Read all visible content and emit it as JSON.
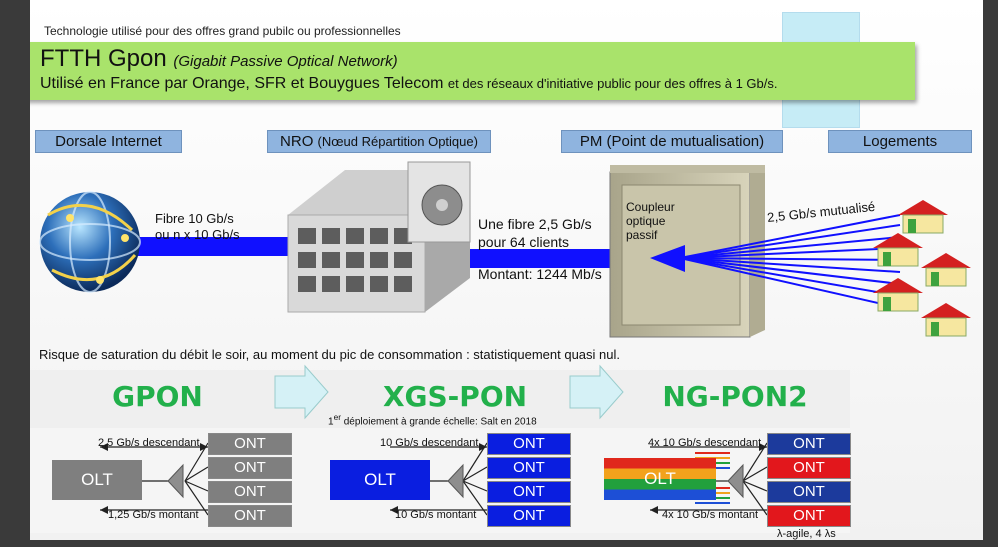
{
  "header": {
    "top_note": "Technologie utilisé pour des offres grand pubilc ou professionnelles",
    "title": "FTTH Gpon",
    "title_paren": "(Gigabit Passive Optical Network)",
    "subtitle_main": "Utilisé en France par Orange, SFR et Bouygues Telecom",
    "subtitle_rest": "et des réseaux d'initiative public pour des offres à 1 Gb/s."
  },
  "sections": {
    "dorsale": "Dorsale Internet",
    "nro": "NRO",
    "nro_detail": "(Nœud Répartition Optique)",
    "pm": "PM (Point de mutualisation)",
    "logements": "Logements"
  },
  "labels": {
    "fibre1": "Fibre 10 Gb/s",
    "fibre2": "ou n x 10 Gb/s",
    "une_fibre1": "Une fibre 2,5 Gb/s",
    "une_fibre2": "pour 64 clients",
    "montant": "Montant: 1244 Mb/s",
    "coupleur": "Coupleur optique passif",
    "mutualise": "2,5 Gb/s mutualisé",
    "risque": "Risque de saturation du débit le soir, au moment du pic de consommation : statistiquement quasi nul."
  },
  "generations": {
    "gpon": "GPON",
    "xgs": "XGS-PON",
    "ng": "NG-PON2",
    "xgs_note_sup": "er",
    "xgs_note_a": "1",
    "xgs_note_b": "déploiement à grande échelle: Salt en 2018"
  },
  "pon_diagrams": {
    "olt": "OLT",
    "ont": "ONT",
    "gpon_down": "2,5 Gb/s descendant",
    "gpon_up": "1,25 Gb/s montant",
    "xgs_down": "10 Gb/s descendant",
    "xgs_up": "10 Gb/s montant",
    "ng_down": "4x 10 Gb/s descendant",
    "ng_up": "4x 10 Gb/s montant",
    "ng_footer": "λ-agile, 4 λs"
  },
  "colors": {
    "banner_green": "#a9e36b",
    "fibre_blue": "#1010ff",
    "xgs_olt_blue": "#0a1ee0",
    "ont_gray": "#7f7f7f",
    "ont_red": "#e2171c",
    "ont_navy": "#1c3a9c",
    "title_green": "#22b04b"
  }
}
